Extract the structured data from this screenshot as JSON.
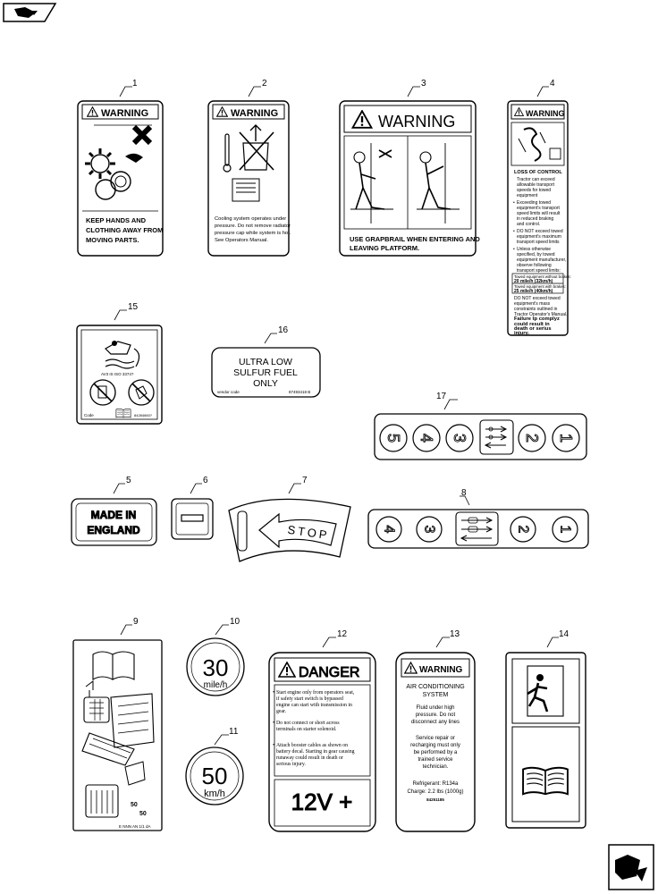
{
  "callouts": {
    "c1": "1",
    "c2": "2",
    "c3": "3",
    "c4": "4",
    "c5": "5",
    "c6": "6",
    "c7": "7",
    "c8": "8",
    "c9": "9",
    "c10": "10",
    "c11": "11",
    "c12": "12",
    "c13": "13",
    "c14": "14",
    "c15": "15",
    "c16": "16",
    "c17": "17"
  },
  "decal1": {
    "header": "WARNING",
    "line1": "KEEP HANDS AND",
    "line2": "CLOTHING AWAY FROM",
    "line3": "MOVING PARTS."
  },
  "decal2": {
    "header": "WARNING",
    "line1": "Cooling system operates under",
    "line2": "pressure. Do not remove radiator",
    "line3": "pressure cap while system is hot.",
    "line4": "See Operators Manual."
  },
  "decal3": {
    "header": "WARNING",
    "line1": "USE GRAPBRAIL WHEN ENTERING AND",
    "line2": "LEAVING PLATFORM."
  },
  "decal4": {
    "header": "WARNING",
    "title": "LOSS OF CONTROL",
    "p1a": "Tractor can exceed",
    "p1b": "allowable transport",
    "p1c": "speeds for towed",
    "p1d": "equipment",
    "b1a": "Exceeding towed",
    "b1b": "equipment's transport",
    "b1c": "speed limits will result",
    "b1d": "in reduced braking",
    "b1e": "and control.",
    "b2a": "DO NOT exceed towed",
    "b2b": "equipment's maximum",
    "b2c": "transport speed limits",
    "b3a": "Unless otherwise",
    "b3b": "specified, by towed",
    "b3c": "equipment manufacturer,",
    "b3d": "observe following",
    "b3e": "transport speed limits:",
    "r1": "Towed equipment without brakes:",
    "r2": "20 mile/h (32km/h)",
    "r3": "Towed equipment with brakes:",
    "r4": "25 mile/h (40km/h)",
    "p2a": "DO NOT exceed towed",
    "p2b": "equipment's mass",
    "p2c": "constraints outlined in",
    "p2d": "Tractor Operator's Manual.",
    "f1": "Failure tp complyz",
    "f2": "could result in",
    "f3": "death or serius",
    "f4": "injury."
  },
  "decal5": {
    "line1": "MADE IN",
    "line2": "ENGLAND"
  },
  "decal6": {
    "symbol": "—"
  },
  "decal7": {
    "text": "STOP"
  },
  "decal8": {
    "keys": [
      "4",
      "3",
      "2",
      "1"
    ]
  },
  "decal9": {
    "code": "E NNN AN 1/1 dA"
  },
  "decal10": {
    "number": "30",
    "unit": "mile/h"
  },
  "decal11": {
    "number": "50",
    "unit": "km/h"
  },
  "decal12": {
    "header": "DANGER",
    "b1a": "Start engine only from operators seat,",
    "b1b": "if safety start switch is bypassed",
    "b1c": "engine can start with transmission in",
    "b1d": "gear.",
    "b2a": "Do not connect or short across",
    "b2b": "terminals on starter solenoid.",
    "b3a": "Attach booster cables as shown on",
    "b3b": "battery decal. Starting in gear causing",
    "b3c": "runaway could result in death or",
    "b3d": "serious injury.",
    "voltage": "12V +"
  },
  "decal13": {
    "header": "WARNING",
    "title1": "AIR CONDITIONING",
    "title2": "SYSTEM",
    "l1": "Fluid under high",
    "l2": "pressure. Do not",
    "l3": "disconnect any lines",
    "l4": "Service repair or",
    "l5": "recharging must only",
    "l6": "be performed by a",
    "l7": "trained service",
    "l8": "technician.",
    "ref": "Refrigerant: R134a",
    "charge": "Charge: 2.2 lbs (1000g)",
    "code": "84251185"
  },
  "decal15": {
    "small": "AV3  IS  ISO  3374?",
    "code": "84284660?",
    "left": "Code"
  },
  "decal16": {
    "line1": "ULTRA LOW",
    "line2": "SULFUR FUEL",
    "line3": "ONLY",
    "left": "vendor code",
    "right": "87493418 B"
  },
  "decal17": {
    "keys": [
      "5",
      "4",
      "3",
      "2",
      "1"
    ]
  }
}
